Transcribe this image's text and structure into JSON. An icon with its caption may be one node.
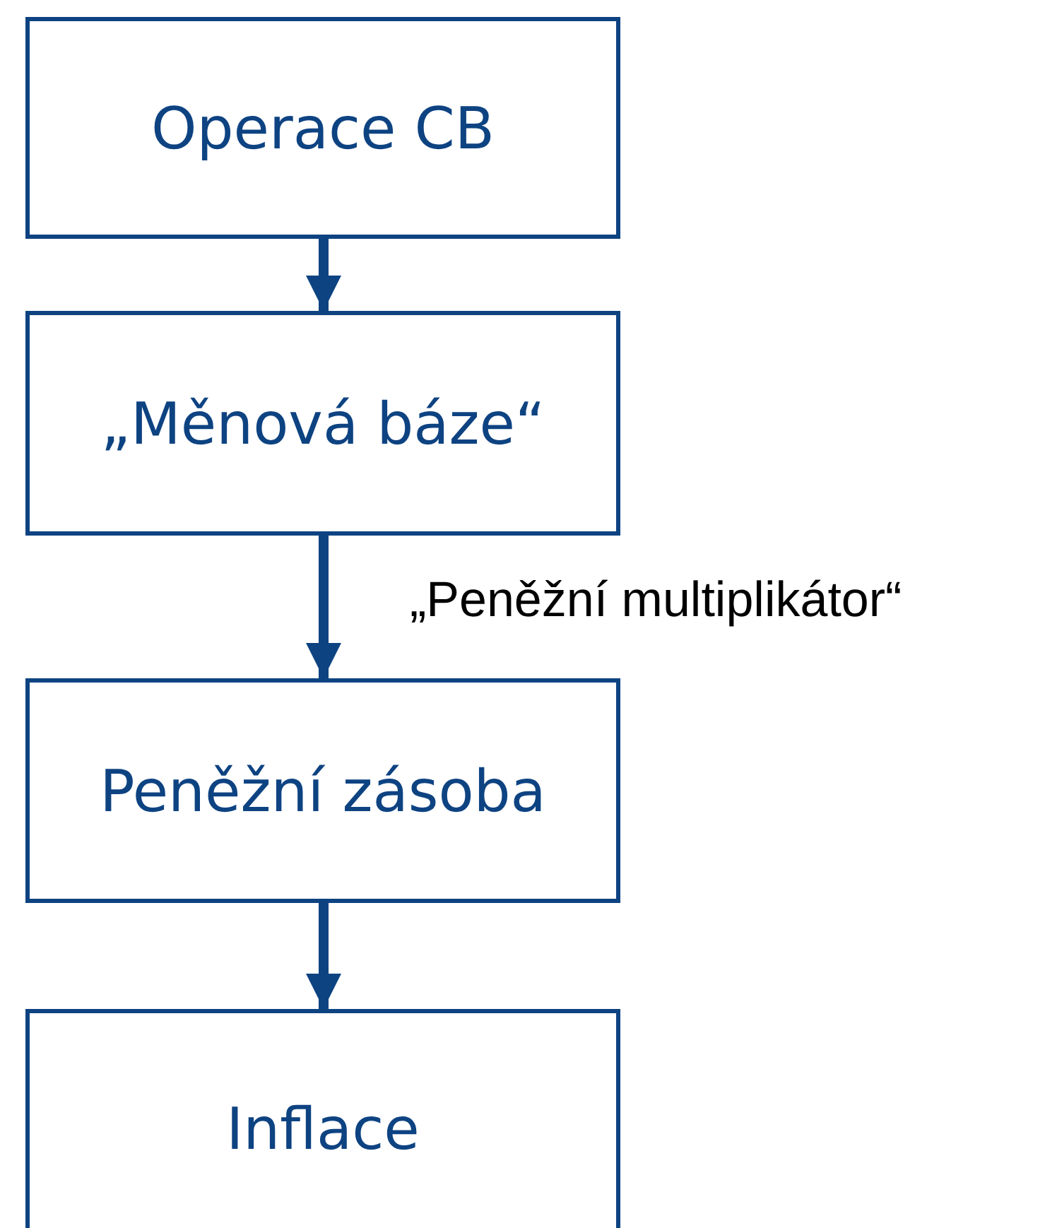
{
  "diagram": {
    "nodes": [
      {
        "text": [
          "Operace CB"
        ]
      },
      {
        "text": [
          "„Měnová báze“"
        ]
      },
      {
        "text": [
          "Peněžní zásoba"
        ]
      },
      {
        "text": [
          "Inflace"
        ]
      }
    ],
    "edges": [
      {
        "from": 0,
        "to": 1,
        "arrow": "to"
      },
      {
        "from": 1,
        "to": 2,
        "arrow": "to",
        "label": "„Peněžní multiplikátor“"
      },
      {
        "from": 2,
        "to": 3,
        "arrow": "to"
      }
    ]
  }
}
